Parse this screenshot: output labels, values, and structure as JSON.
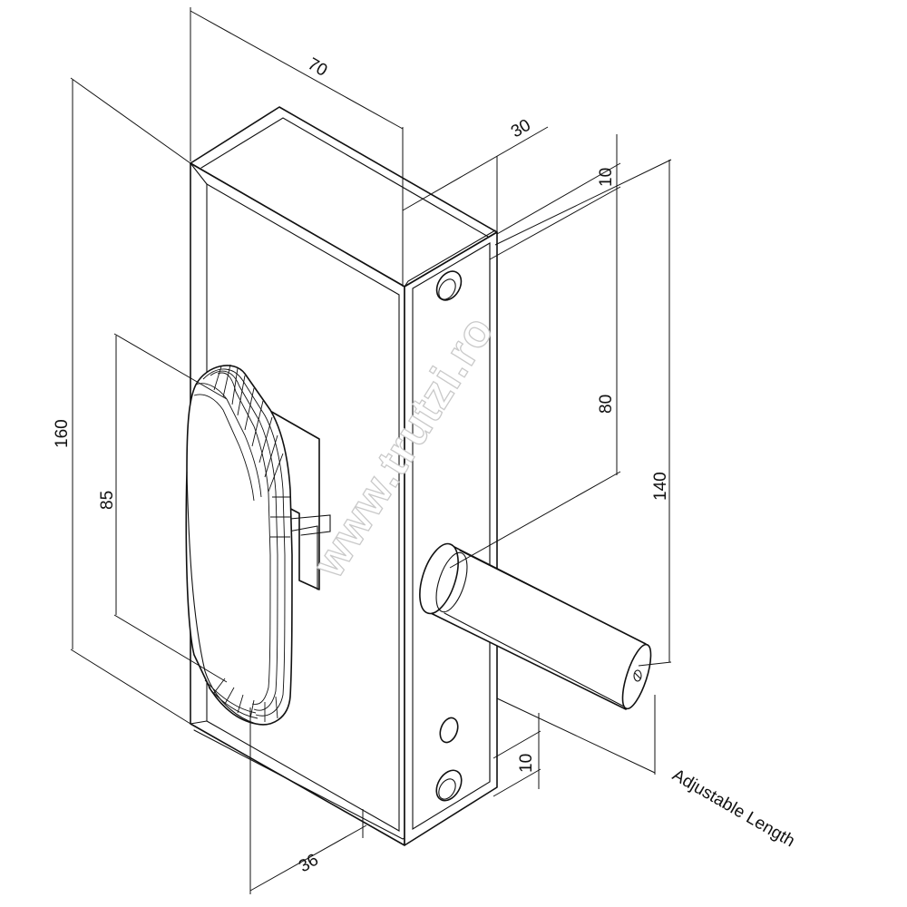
{
  "dimensions": {
    "width": "70",
    "depth": "30",
    "height": "160",
    "top_offset": "10",
    "bottom_offset": "10",
    "hole_spacing": "80",
    "bolt_height": "140",
    "handle_height": "85",
    "handle_offset": "36"
  },
  "annotation": {
    "adjustable_length": "Adjustable Length"
  },
  "watermark": {
    "text": "www.trutzi.ro"
  },
  "colors": {
    "line": "#111111",
    "background": "#ffffff",
    "watermark_stroke": "#c9c9c9"
  }
}
